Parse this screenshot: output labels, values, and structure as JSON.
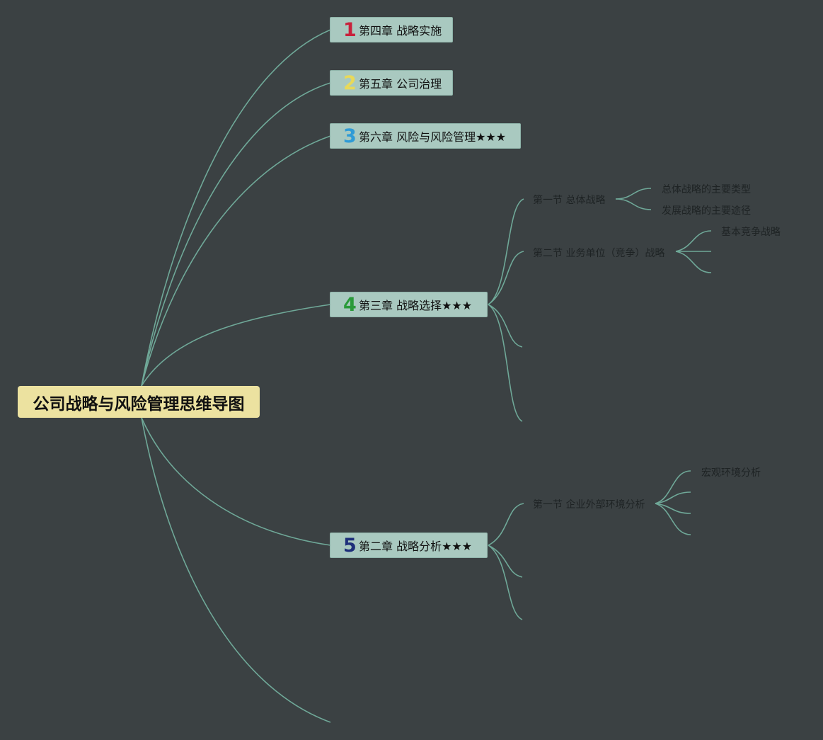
{
  "root": {
    "title": "公司战略与风险管理思维导图"
  },
  "chapters": [
    {
      "num": "1",
      "num_color": "#c8213b",
      "label": "第四章 战略实施"
    },
    {
      "num": "2",
      "num_color": "#e8d95a",
      "label": "第五章 公司治理"
    },
    {
      "num": "3",
      "num_color": "#2f9bd6",
      "label": "第六章 风险与风险管理★★★"
    },
    {
      "num": "4",
      "num_color": "#2a9a3a",
      "label": "第三章 战略选择★★★"
    },
    {
      "num": "5",
      "num_color": "#1e2f7a",
      "label": "第二章 战略分析★★★"
    }
  ],
  "sections": [
    {
      "label": "第一节 总体战略"
    },
    {
      "label": "第二节 业务单位（竞争）战略"
    },
    {
      "label": "第一节 企业外部环境分析"
    }
  ],
  "leaves": [
    {
      "label": "总体战略的主要类型"
    },
    {
      "label": "发展战略的主要途径"
    },
    {
      "label": "基本竞争战略"
    },
    {
      "label": "宏观环境分析"
    }
  ]
}
